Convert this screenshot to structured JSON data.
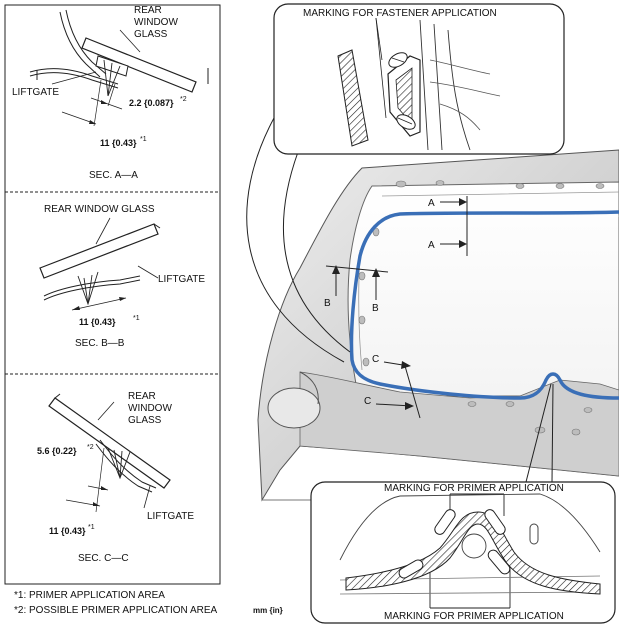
{
  "sections": {
    "a": {
      "part_top_line1": "REAR",
      "part_top_line2": "WINDOW",
      "part_top_line3": "GLASS",
      "part_left": "LIFTGATE",
      "dim1_value": "2.2 {0.087}",
      "dim1_mark": "*2",
      "dim2_value": "11 {0.43}",
      "dim2_mark": "*1",
      "title": "SEC. A—A"
    },
    "b": {
      "part_top": "REAR WINDOW GLASS",
      "part_right": "LIFTGATE",
      "dim1_value": "11 {0.43}",
      "dim1_mark": "*1",
      "title": "SEC. B—B"
    },
    "c": {
      "part_top_line1": "REAR",
      "part_top_line2": "WINDOW",
      "part_top_line3": "GLASS",
      "part_right": "LIFTGATE",
      "dim1_value": "5.6 {0.22}",
      "dim1_mark": "*2",
      "dim2_value": "11 {0.43}",
      "dim2_mark": "*1",
      "title": "SEC. C—C"
    }
  },
  "notes": {
    "note1": "*1: PRIMER APPLICATION AREA",
    "note2": "*2: POSSIBLE PRIMER APPLICATION AREA",
    "units": "mm {in}"
  },
  "callouts": {
    "fastener_marking": "MARKING FOR FASTENER APPLICATION",
    "primer_marking_top": "MARKING FOR PRIMER APPLICATION",
    "primer_marking_bottom": "MARKING FOR PRIMER APPLICATION"
  },
  "section_markers": {
    "a1": "A",
    "a2": "A",
    "b1": "B",
    "b2": "B",
    "c1": "C",
    "c2": "C"
  },
  "colors": {
    "primer_bead": "#3a6fb7",
    "body_shade": "#d9d9d9"
  }
}
